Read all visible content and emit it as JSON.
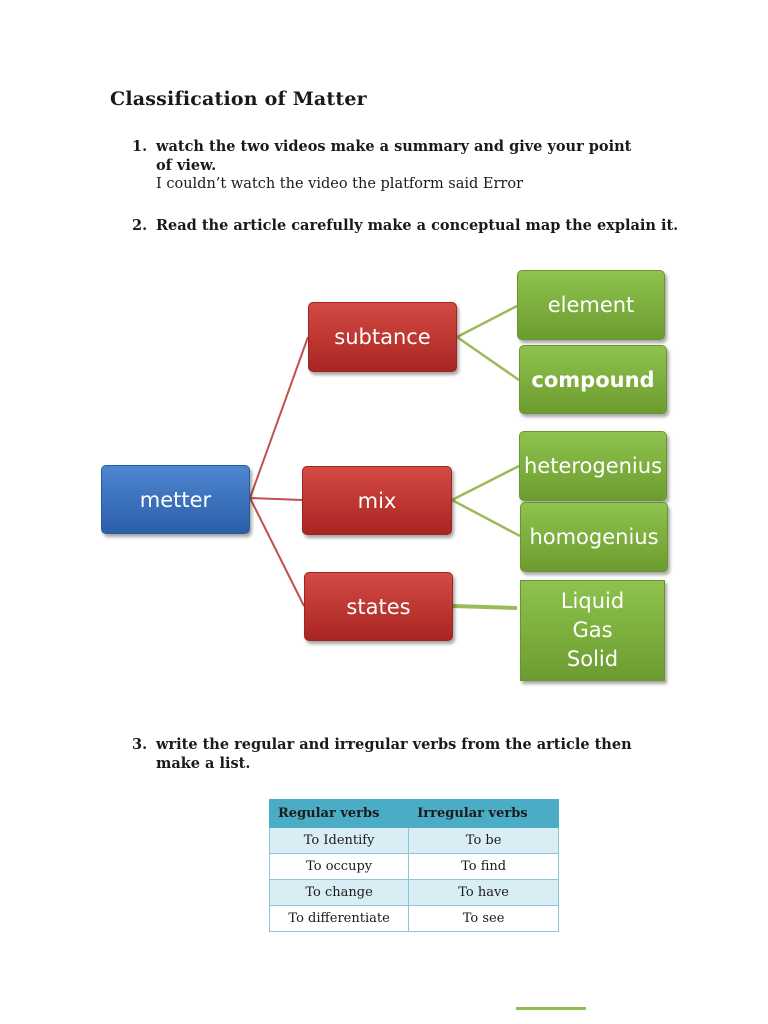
{
  "document": {
    "title": "Classification of Matter",
    "questions": [
      {
        "number": "1.",
        "prompt": "watch the two videos make a summary and give your point of view.",
        "answer": "I couldn’t watch the video the platform said Error"
      },
      {
        "number": "2.",
        "prompt": "Read the article carefully make a conceptual map the explain it."
      },
      {
        "number": "3.",
        "prompt": "write the regular and irregular verbs from the article then make a list."
      }
    ]
  },
  "concept_map": {
    "root": "metter",
    "branches": [
      {
        "label": "subtance",
        "children": [
          "element",
          "compound"
        ]
      },
      {
        "label": "mix",
        "children": [
          "heterogenius",
          "homogenius"
        ]
      },
      {
        "label": "states",
        "children": [
          "Liquid",
          "Gas",
          "Solid"
        ]
      }
    ],
    "colors": {
      "root": "#2a5fa8",
      "branch": "#b12c28",
      "leaf": "#7aaa3a",
      "branch_line": "#c0504d",
      "leaf_line": "#9bbb59"
    }
  },
  "verbs_table": {
    "headers": [
      "Regular verbs",
      "Irregular verbs"
    ],
    "rows": [
      [
        "To Identify",
        "To be"
      ],
      [
        "To occupy",
        "To find"
      ],
      [
        "To change",
        "To have"
      ],
      [
        "To differentiate",
        "To see"
      ]
    ]
  }
}
